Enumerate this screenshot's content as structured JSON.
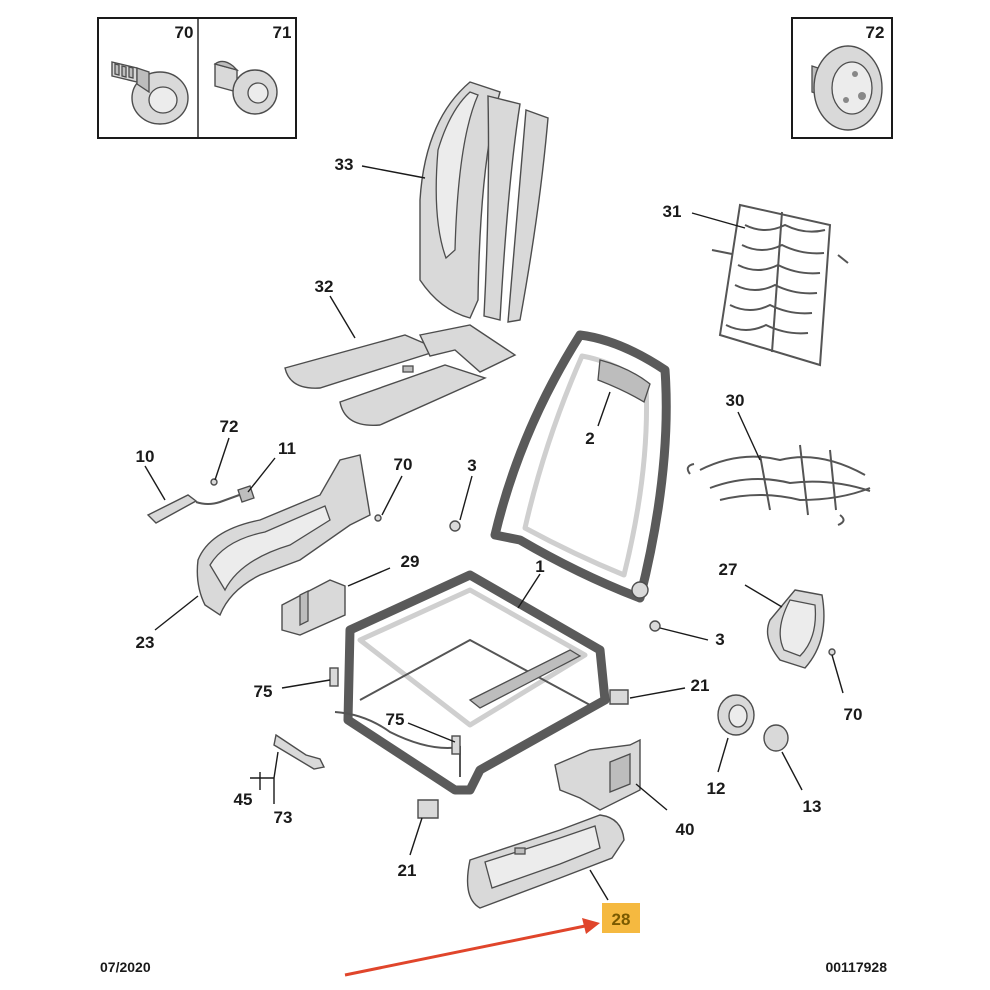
{
  "labels": {
    "p70a": "70",
    "p71": "71",
    "p72a": "72",
    "p33": "33",
    "p31": "31",
    "p32": "32",
    "p72b": "72",
    "p10": "10",
    "p11": "11",
    "p70b": "70",
    "p3a": "3",
    "p2": "2",
    "p30": "30",
    "p29": "29",
    "p1": "1",
    "p27": "27",
    "p23": "23",
    "p3b": "3",
    "p70c": "70",
    "p75a": "75",
    "p21a": "21",
    "p75b": "75",
    "p45": "45",
    "p73": "73",
    "p12": "12",
    "p13": "13",
    "p40": "40",
    "p21b": "21",
    "p28": "28"
  },
  "highlight": {
    "color": "#f5b940",
    "arrow_color": "#e0452b"
  },
  "footer": {
    "date": "07/2020",
    "reference": "00117928"
  }
}
